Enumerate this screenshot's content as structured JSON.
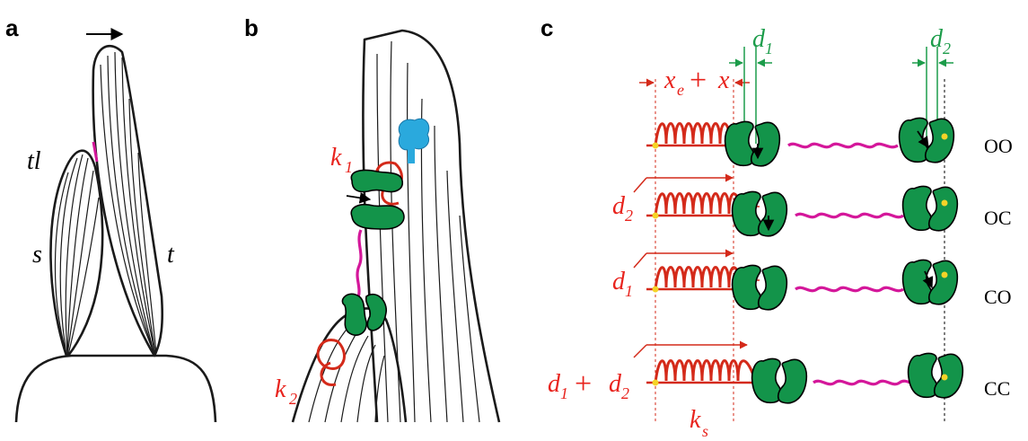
{
  "panels": {
    "a": {
      "label": "a",
      "hair_labels": {
        "shorter": "s",
        "taller": "t",
        "tip_link": "tl"
      }
    },
    "b": {
      "label": "b",
      "spring_labels": {
        "k1": "k",
        "k1_sub": "1",
        "k2": "k",
        "k2_sub": "2"
      }
    },
    "c": {
      "label": "c",
      "top_labels": {
        "xe": "x",
        "xe_sub": "e",
        "plus": "+",
        "x": "x",
        "d1": "d",
        "d1_sub": "1",
        "d2": "d",
        "d2_sub": "2"
      },
      "rows": [
        {
          "state": "OO",
          "left_label": "",
          "left_sub": ""
        },
        {
          "state": "OC",
          "left_label": "d",
          "left_sub": "2"
        },
        {
          "state": "CO",
          "left_label": "d",
          "left_sub": "1"
        },
        {
          "state": "CC",
          "left_label": "d",
          "left_sub": "1",
          "left_plus": "+",
          "left_label2": "d",
          "left_sub2": "2"
        }
      ],
      "ks_label": "k",
      "ks_sub": "s"
    }
  },
  "colors": {
    "spring": "#d42a1a",
    "channel": "#13944a",
    "tip_link": "#d4179a",
    "motor": "#2aa9dd",
    "dimension_green": "#1c9c4a",
    "anchor": "#f5d328"
  }
}
